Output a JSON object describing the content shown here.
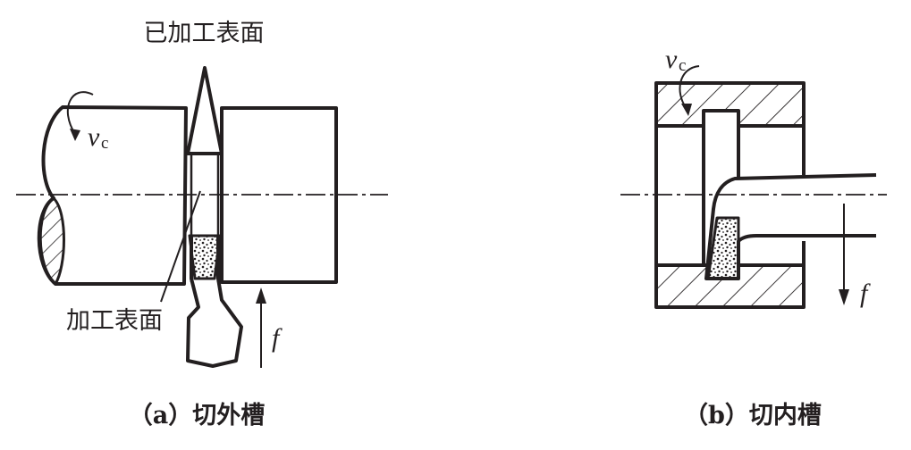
{
  "diagram_a": {
    "label_machined_surface": "已加工表面",
    "label_machining_surface": "加工表面",
    "label_vc": "v",
    "label_vc_sub": "c",
    "label_f": "f",
    "caption": "（a）切外槽"
  },
  "diagram_b": {
    "label_vc": "v",
    "label_vc_sub": "c",
    "label_f": "f",
    "caption": "（b）切内槽"
  },
  "colors": {
    "ink": "#231f20",
    "background": "#ffffff"
  }
}
